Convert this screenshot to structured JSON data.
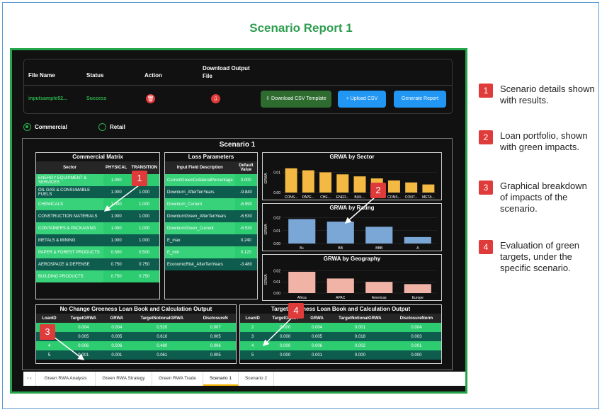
{
  "title": "Scenario Report 1",
  "header": {
    "cols": [
      "File Name",
      "Status",
      "Action",
      "Download Output File"
    ],
    "file": "inputsample52...",
    "status": "Success",
    "btn_template": "Download CSV Template",
    "btn_upload": "Upload CSV",
    "btn_generate": "Generate Report"
  },
  "radios": {
    "commercial": "Commercial",
    "retail": "Retail"
  },
  "scenario_title": "Scenario 1",
  "matrix": {
    "title": "Commercial Matrix",
    "headers": [
      "Sector",
      "PHYSICAL",
      "TRANSITION"
    ],
    "rows": [
      [
        "ENERGY EQUIPMENT & SERVICES",
        "1.000",
        ""
      ],
      [
        "OIL GAS & CONSUMABLE FUELS",
        "1.000",
        "1.000"
      ],
      [
        "CHEMICALS",
        "1.000",
        "1.000"
      ],
      [
        "CONSTRUCTION MATERIALS",
        "1.000",
        "1.000"
      ],
      [
        "CONTAINERS & PACKAGING",
        "1.000",
        "1.000"
      ],
      [
        "METALS & MINING",
        "1.000",
        "1.000"
      ],
      [
        "PAPER & FOREST PRODUCTS",
        "0.500",
        "0.500"
      ],
      [
        "AEROSPACE & DEFENSE",
        "0.750",
        "0.750"
      ],
      [
        "BUILDING PRODUCTS",
        "0.750",
        "0.750"
      ]
    ]
  },
  "loss": {
    "title": "Loss Parameters",
    "headers": [
      "Input Field Description",
      "Default Value"
    ],
    "rows": [
      [
        "CurrentGreenCollateralPercentage",
        "0.000"
      ],
      [
        "Downturn_AfterTenYears",
        "-9.840"
      ],
      [
        "Downturn_Current",
        "-6.990"
      ],
      [
        "DownturnGreen_AfterTenYears",
        "-6.530"
      ],
      [
        "DownturnGreen_Current",
        "-6.530"
      ],
      [
        "E_max",
        "0.240"
      ],
      [
        "E_min",
        "0.120"
      ],
      [
        "EconomicRisk_AfterTenYears",
        "-3.480"
      ]
    ]
  },
  "chart_data": [
    {
      "type": "bar",
      "title": "GRWA by Sector",
      "ylabel": "GRWA",
      "categories": [
        "CONS...",
        "PAPE...",
        "CHE...",
        "ENER...",
        "BUIL...",
        "MET...",
        "CONS...",
        "CONT...",
        "META..."
      ],
      "values": [
        0.012,
        0.011,
        0.01,
        0.009,
        0.008,
        0.007,
        0.006,
        0.005,
        0.004
      ],
      "yticks": [
        "0.01",
        "0.00"
      ],
      "ylim": [
        0,
        0.014
      ],
      "color": "#f4b942"
    },
    {
      "type": "bar",
      "title": "GRWA by Rating",
      "ylabel": "GRWA",
      "categories": [
        "B+",
        "BB",
        "BBB",
        "A"
      ],
      "values": [
        0.019,
        0.017,
        0.013,
        0.005
      ],
      "yticks": [
        "0.02",
        "0.01",
        "0.00"
      ],
      "ylim": [
        0,
        0.022
      ],
      "color": "#7ba7d7"
    },
    {
      "type": "bar",
      "title": "GRWA by Geography",
      "ylabel": "GRWA",
      "categories": [
        "Africa",
        "APAC",
        "Americas",
        "Europe"
      ],
      "values": [
        0.019,
        0.013,
        0.01,
        0.008
      ],
      "yticks": [
        "0.02",
        "0.01",
        "0.00"
      ],
      "ylim": [
        0,
        0.024
      ],
      "color": "#f2b3a7"
    }
  ],
  "nochange": {
    "title": "No Change Greeness Loan Book and Calculation Output",
    "headers": [
      "LoanID",
      "TargetGRWA",
      "GRWA",
      "TargetNotionalGRWA",
      "DisclosureN"
    ],
    "rows": [
      [
        "2",
        "0.004",
        "0.004",
        "0.520",
        "0.007"
      ],
      [
        "3",
        "0.005",
        "0.005",
        "0.610",
        "0.005"
      ],
      [
        "4",
        "0.006",
        "0.006",
        "0.480",
        "0.006"
      ],
      [
        "5",
        "0.001",
        "0.001",
        "0.061",
        "0.005"
      ]
    ]
  },
  "target": {
    "title": "Target Greeness Loan Book and Calculation Output",
    "headers": [
      "LoanID",
      "TargetGRWA",
      "GRWA",
      "TargetNotionalGRWA",
      "DisclosureNorm"
    ],
    "rows": [
      [
        "2",
        "0.000",
        "0.004",
        "0.001",
        "0.004"
      ],
      [
        "3",
        "0.000",
        "0.005",
        "0.018",
        "0.003"
      ],
      [
        "4",
        "0.000",
        "0.006",
        "0.002",
        "0.001"
      ],
      [
        "5",
        "0.000",
        "0.001",
        "0.000",
        "0.000"
      ]
    ]
  },
  "tabs": [
    "Green RWA Analysis",
    "Green RWA Strategy",
    "Green RWA Trade",
    "Scenario 1",
    "Scenario 2"
  ],
  "active_tab": "Scenario 1",
  "markers": [
    "1",
    "2",
    "3",
    "4"
  ],
  "annotations": [
    {
      "num": "1",
      "text": "Scenario details shown with results."
    },
    {
      "num": "2",
      "text": "Loan portfolio, shown with green impacts."
    },
    {
      "num": "3",
      "text": "Graphical breakdown of impacts of the scenario."
    },
    {
      "num": "4",
      "text": "Evaluation of green targets, under the specific scenario."
    }
  ]
}
